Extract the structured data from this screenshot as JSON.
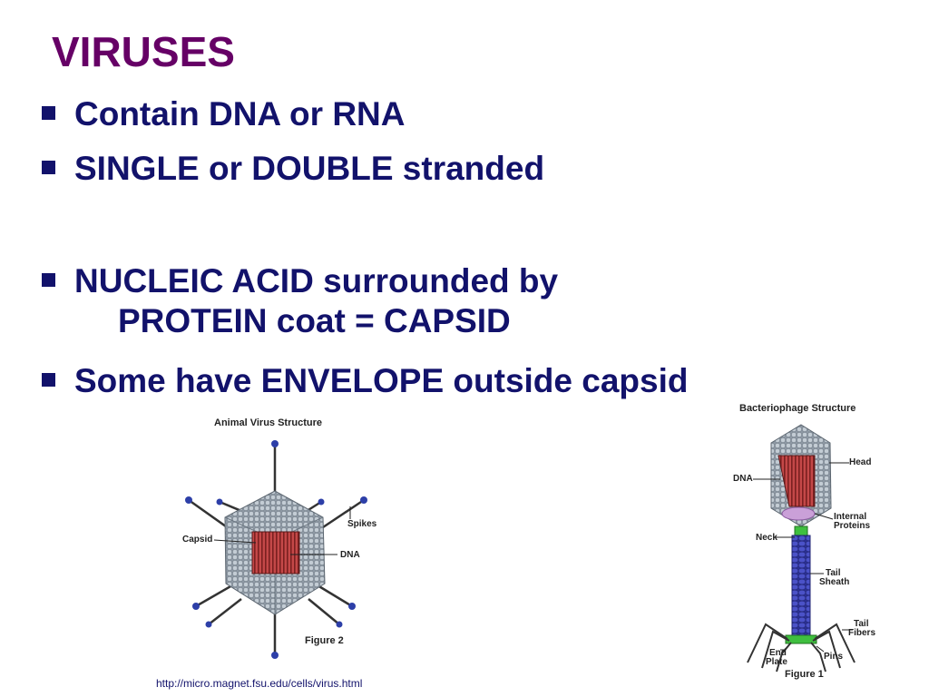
{
  "title": "VIRUSES",
  "bullets": [
    {
      "lines": [
        "Contain DNA or RNA"
      ]
    },
    {
      "lines": [
        "SINGLE or DOUBLE stranded"
      ]
    },
    {
      "lines": [
        "NUCLEIC ACID surrounded by",
        "PROTEIN coat = CAPSID"
      ]
    },
    {
      "lines": [
        "Some have ENVELOPE outside capsid"
      ]
    }
  ],
  "animal_figure": {
    "heading": "Animal Virus Structure",
    "labels": {
      "capsid": "Capsid",
      "spikes": "Spikes",
      "dna": "DNA"
    },
    "caption": "Figure 2"
  },
  "phage_figure": {
    "heading": "Bacteriophage Structure",
    "labels": {
      "head": "Head",
      "dna": "DNA",
      "internal_proteins_1": "Internal",
      "internal_proteins_2": "Proteins",
      "neck": "Neck",
      "tail_sheath_1": "Tail",
      "tail_sheath_2": "Sheath",
      "tail_fibers_1": "Tail",
      "tail_fibers_2": "Fibers",
      "end_plate_1": "End",
      "end_plate_2": "Plate",
      "pins": "Pins"
    },
    "caption": "Figure 1"
  },
  "source_url": "http://micro.magnet.fsu.edu/cells/virus.html",
  "colors": {
    "title": "#660066",
    "text": "#12126b",
    "dna": "#b03030",
    "capsid": "#9aa5b0",
    "sheath": "#3a3fb0"
  }
}
